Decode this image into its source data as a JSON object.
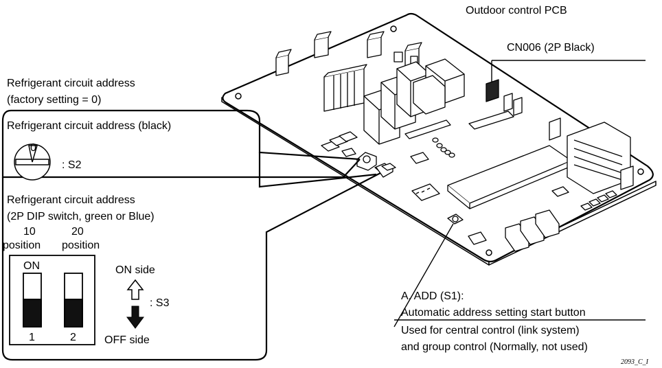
{
  "labels": {
    "title_pcb": "Outdoor control PCB",
    "cn006": "CN006 (2P Black)",
    "rca_line1": "Refrigerant circuit address",
    "rca_line2": "(factory setting = 0)",
    "rca_black": "Refrigerant circuit address (black)",
    "rotary_zero": "0",
    "s2": ": S2",
    "dip_line1": "Refrigerant circuit address",
    "dip_line2": "(2P DIP switch, green or Blue)",
    "pos10": "10",
    "pos20": "20",
    "position_a": "position",
    "position_b": "position",
    "on": "ON",
    "on_side": "ON side",
    "off_side": "OFF side",
    "s3": ": S3",
    "sw1": "1",
    "sw2": "2",
    "add_line1": "A. ADD (S1):",
    "add_line2": "Automatic address setting start button",
    "add_line3": "Used for central control (link system)",
    "add_line4": "and group control (Normally, not used)",
    "fig_id": "2093_C_I"
  },
  "icons": [
    "rotary-switch-icon",
    "dip-switch-icon",
    "up-arrow-icon",
    "down-arrow-icon"
  ]
}
